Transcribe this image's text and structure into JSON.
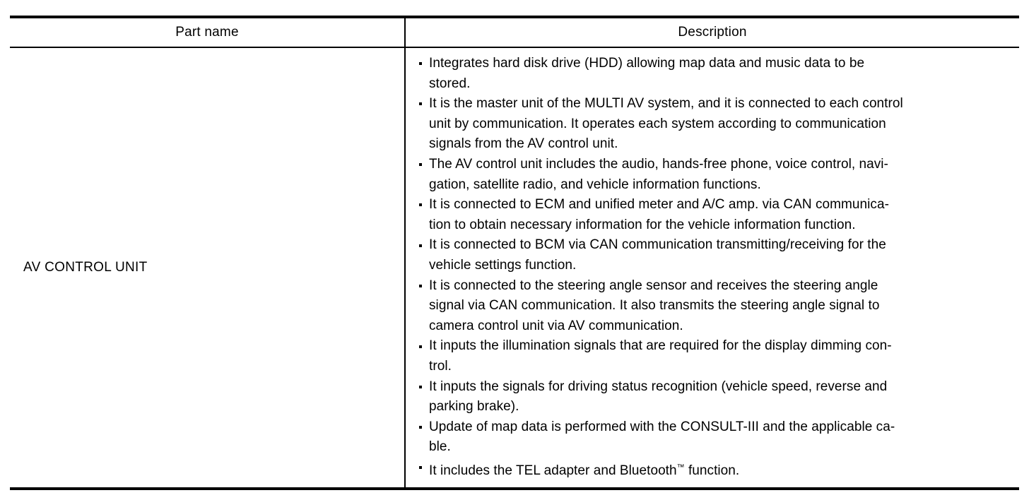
{
  "document": {
    "type": "specification-table",
    "background_color": "#ffffff",
    "text_color": "#000000"
  },
  "table": {
    "columns": [
      {
        "key": "part_name",
        "header": "Part name"
      },
      {
        "key": "description",
        "header": "Description"
      }
    ],
    "rows": [
      {
        "part_name": "AV CONTROL UNIT",
        "description_bullets": [
          {
            "text": "Integrates hard disk drive (HDD) allowing map data and music data to be stored.",
            "lines": [
              "Integrates hard disk drive (HDD) allowing map data and music data to be",
              "stored."
            ]
          },
          {
            "text": "It is the master unit of the MULTI AV system, and it is connected to each control unit by communication. It operates each system according to communication signals from the AV control unit.",
            "lines": [
              "It is the master unit of the MULTI AV system, and it is connected to each control",
              "unit by communication. It operates each system according to communication",
              "signals from the AV control unit."
            ]
          },
          {
            "text": "The AV control unit includes the audio, hands-free phone, voice control, navigation, satellite radio, and vehicle information functions.",
            "lines": [
              "The AV control unit includes the audio, hands-free phone, voice control, navi-",
              "gation, satellite radio, and vehicle information functions."
            ]
          },
          {
            "text": "It is connected to ECM and unified meter and A/C amp. via CAN communication to obtain necessary information for the vehicle information function.",
            "lines": [
              "It is connected to ECM and unified meter and A/C amp. via CAN communica-",
              "tion to obtain necessary information for the vehicle information function."
            ]
          },
          {
            "text": "It is connected to BCM via CAN communication transmitting/receiving for the vehicle settings function.",
            "lines": [
              "It is connected to BCM via CAN communication transmitting/receiving for the",
              "vehicle settings function."
            ]
          },
          {
            "text": "It is connected to the steering angle sensor and receives the steering angle signal via CAN communication. It also transmits the steering angle signal to camera control unit via AV communication.",
            "lines": [
              "It is connected to the steering angle sensor and receives the steering angle",
              "signal via CAN communication. It also transmits the steering angle signal to",
              "camera control unit via AV communication."
            ]
          },
          {
            "text": "It inputs the illumination signals that are required for the display dimming control.",
            "lines": [
              "It inputs the illumination signals that are required for the display dimming con-",
              "trol."
            ]
          },
          {
            "text": "It inputs the signals for driving status recognition (vehicle speed, reverse and parking brake).",
            "lines": [
              "It inputs the signals for driving status recognition (vehicle speed, reverse and",
              "parking brake)."
            ]
          },
          {
            "text": "Update of map data is performed with the CONSULT-III and the applicable cable.",
            "lines": [
              "Update of map data is performed with the CONSULT-III and the applicable ca-",
              "ble."
            ]
          },
          {
            "text": "It includes the TEL adapter and Bluetooth™ function.",
            "lines": [
              "It includes the TEL adapter and Bluetooth",
              "™",
              " function."
            ],
            "has_superscript_tm": true,
            "segments": {
              "before_tm": "It includes the TEL adapter and Bluetooth",
              "tm": "™",
              "after_tm": " function."
            }
          }
        ]
      }
    ]
  }
}
